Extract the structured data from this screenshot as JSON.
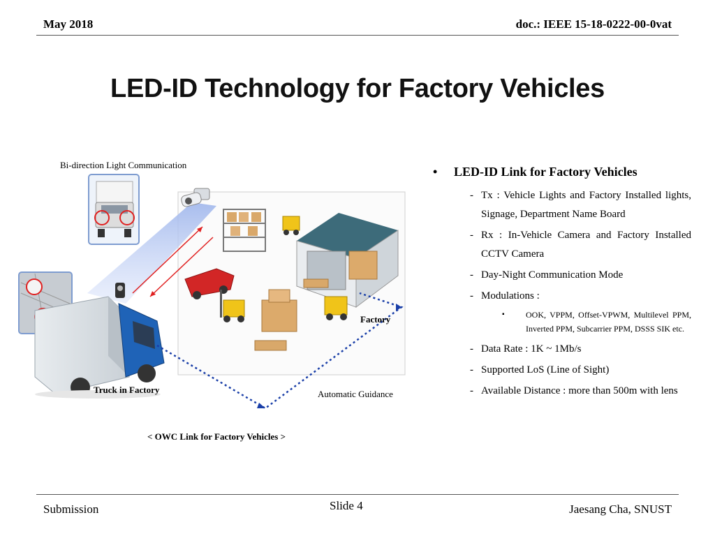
{
  "header": {
    "date": "May 2018",
    "doc_id": "doc.: IEEE 15-18-0222-00-0vat"
  },
  "title": "LED-ID Technology for Factory Vehicles",
  "figure": {
    "caption_top": "Bi-direction Light Communication",
    "label_factory": "Factory",
    "label_truck": "Truck in Factory",
    "label_guidance": "Automatic Guidance",
    "caption_bottom": "<  OWC Link for Factory Vehicles >"
  },
  "bullets": {
    "main_marker": "•",
    "main": "LED-ID Link for Factory Vehicles",
    "sub_marker": "-",
    "subsub_marker": "▪",
    "items": [
      "Tx : Vehicle Lights and Factory Installed lights, Signage, Department Name Board",
      "Rx : In-Vehicle Camera and Factory Installed CCTV Camera",
      "Day-Night Communication Mode",
      "Modulations :",
      "Data Rate : 1K ~ 1Mb/s",
      "Supported LoS (Line of Sight)",
      "Available Distance : more than 500m with lens"
    ],
    "modulations_detail": "OOK, VPPM, Offset-VPWM, Multilevel PPM, Inverted PPM, Subcarrier PPM, DSSS SIK etc."
  },
  "footer": {
    "left": "Submission",
    "center": "Slide 4",
    "right": "Jaesang Cha, SNUST"
  },
  "colors": {
    "accent_red": "#e02020",
    "link_blue": "#1a3fa8",
    "beam_blue": "#b8c8f0",
    "warehouse": "#3d6b7a"
  }
}
